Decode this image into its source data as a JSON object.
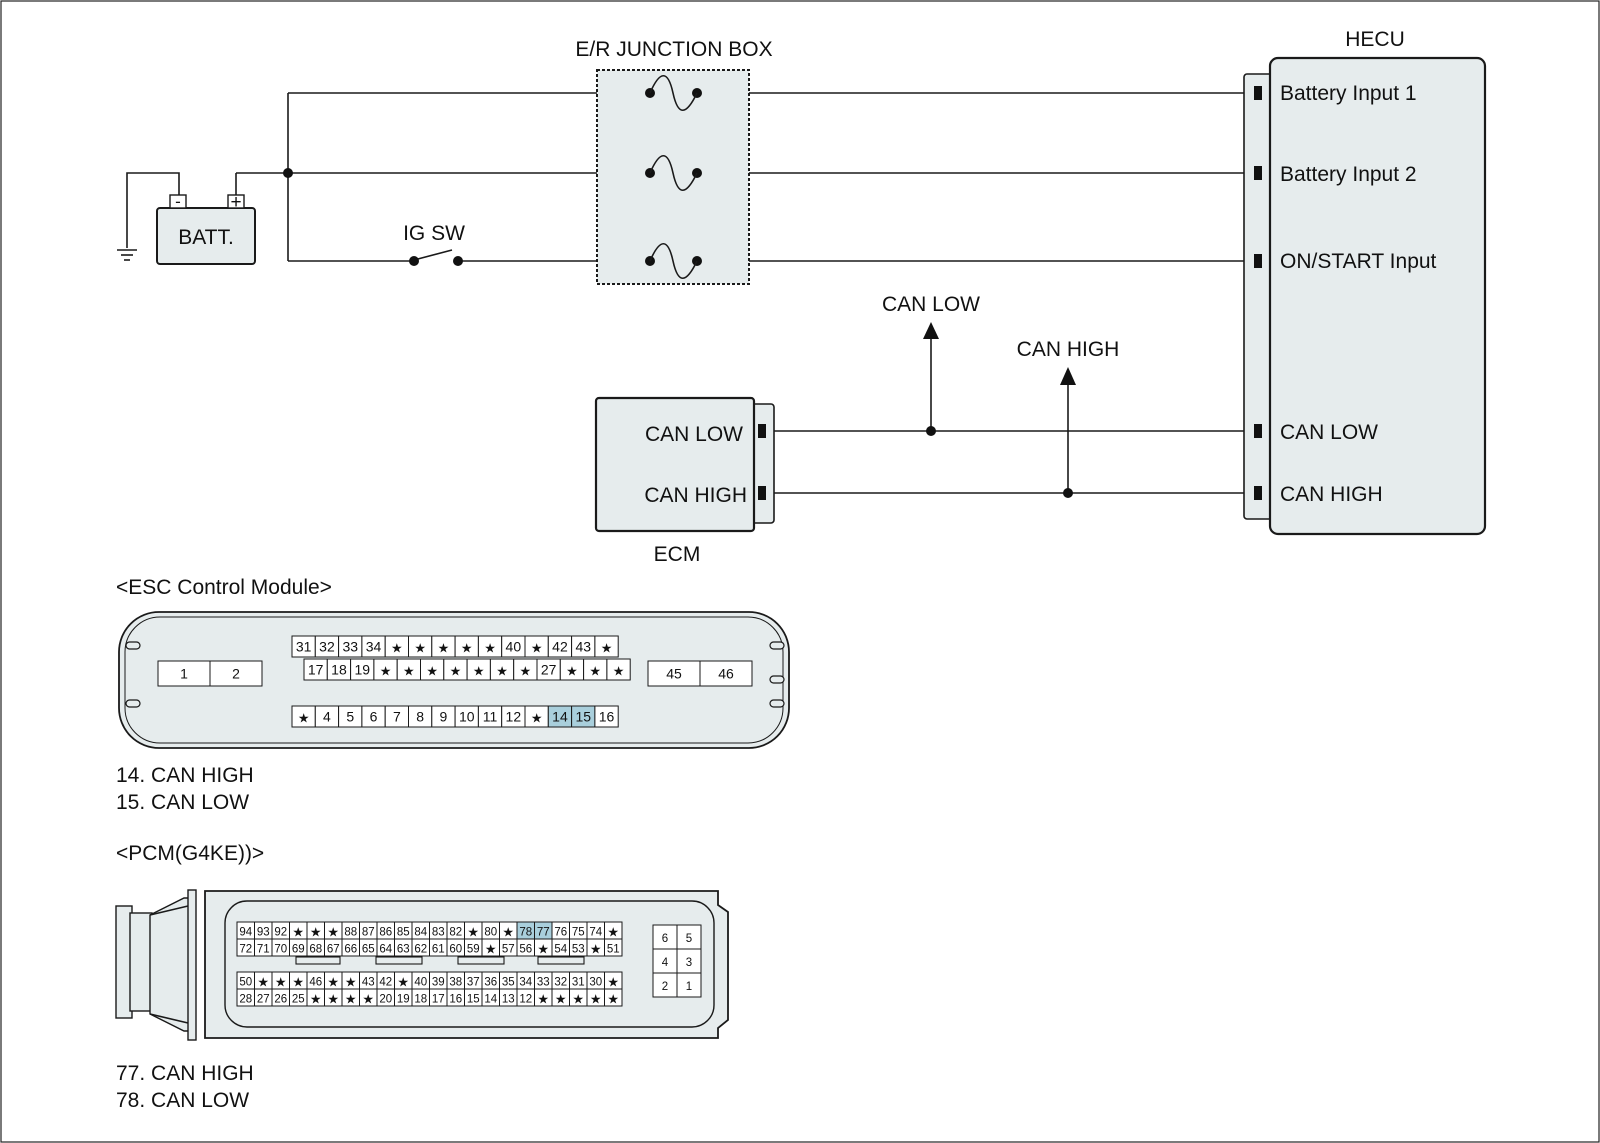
{
  "diagram": {
    "junction_box": {
      "title": "E/R JUNCTION BOX"
    },
    "hecu": {
      "title": "HECU",
      "terminals": [
        "Battery Input 1",
        "Battery Input 2",
        "ON/START Input",
        "CAN LOW",
        "CAN HIGH"
      ]
    },
    "battery": {
      "label": "BATT.",
      "neg": "-",
      "pos": "+"
    },
    "ig_switch": {
      "label": "IG SW"
    },
    "ecm": {
      "title": "ECM",
      "terminals": [
        "CAN LOW",
        "CAN HIGH"
      ]
    },
    "branches": {
      "can_low": "CAN LOW",
      "can_high": "CAN HIGH"
    }
  },
  "esc_connector": {
    "title": "<ESC Control Module>",
    "left_pins": [
      "1",
      "2"
    ],
    "right_pins": [
      "45",
      "46"
    ],
    "row1": [
      "31",
      "32",
      "33",
      "34",
      "*",
      "*",
      "*",
      "*",
      "*",
      "40",
      "*",
      "42",
      "43",
      "*"
    ],
    "row2": [
      "17",
      "18",
      "19",
      "*",
      "*",
      "*",
      "*",
      "*",
      "*",
      "*",
      "27",
      "*",
      "*",
      "*"
    ],
    "row3": [
      "*",
      "4",
      "5",
      "6",
      "7",
      "8",
      "9",
      "10",
      "11",
      "12",
      "*",
      "14",
      "15",
      "16"
    ],
    "highlight": [
      "14",
      "15"
    ],
    "legend": [
      "14. CAN HIGH",
      "15. CAN LOW"
    ]
  },
  "pcm_connector": {
    "title": "<PCM(G4KE))>",
    "row1": [
      "94",
      "93",
      "92",
      "*",
      "*",
      "*",
      "88",
      "87",
      "86",
      "85",
      "84",
      "83",
      "82",
      "*",
      "80",
      "*",
      "78",
      "77",
      "76",
      "75",
      "74",
      "*"
    ],
    "row2": [
      "72",
      "71",
      "70",
      "69",
      "68",
      "67",
      "66",
      "65",
      "64",
      "63",
      "62",
      "61",
      "60",
      "59",
      "*",
      "57",
      "56",
      "*",
      "54",
      "53",
      "*",
      "51"
    ],
    "row3": [
      "50",
      "*",
      "*",
      "*",
      "46",
      "*",
      "*",
      "43",
      "42",
      "*",
      "40",
      "39",
      "38",
      "37",
      "36",
      "35",
      "34",
      "33",
      "32",
      "31",
      "30",
      "*"
    ],
    "row4": [
      "28",
      "27",
      "26",
      "25",
      "*",
      "*",
      "*",
      "*",
      "20",
      "19",
      "18",
      "17",
      "16",
      "15",
      "14",
      "13",
      "12",
      "*",
      "*",
      "*",
      "*",
      "*"
    ],
    "side_pins": [
      [
        "6",
        "5"
      ],
      [
        "4",
        "3"
      ],
      [
        "2",
        "1"
      ]
    ],
    "highlight": [
      "78",
      "77"
    ],
    "legend": [
      "77. CAN HIGH",
      "78. CAN LOW"
    ]
  }
}
